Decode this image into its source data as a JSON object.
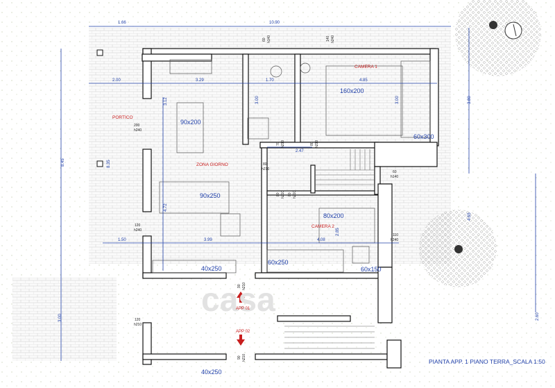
{
  "title": "PIANTA APP. 1 PIANO TERRA_SCALA 1:50",
  "watermark": "casa",
  "rooms": {
    "portico": "PORTICO",
    "zona_giorno": "ZONA GIORNO",
    "camera1": "CAMERA 1",
    "camera2": "CAMERA 2",
    "app01": "APP 01",
    "app02": "APP 02"
  },
  "furniture": {
    "table": "90x200",
    "sofa": "90x250",
    "bed1": "160x200",
    "bed2": "80x200",
    "wardrobe1": "60x300",
    "wardrobe_living": "40x250",
    "wardrobe_hall": "60x250",
    "wardrobe_c2": "60x150",
    "wardrobe_bottom": "40x250"
  },
  "dimensions": {
    "top_left": "1.66",
    "top_total": "10.90",
    "left_2": "2.00",
    "living_w": "3.29",
    "bath_w": "1.70",
    "cam1_w": "4.85",
    "cam1_h": "3.00",
    "bath_h": "3.00",
    "right_h": "3.80",
    "hall_w": "2.47",
    "living_h": "3.12",
    "living_h2": "4.72",
    "total_h": "8.45",
    "portico_h": "8.35",
    "bottom_left": "1.50",
    "living_w2": "3.99",
    "cam2_w": "4.08",
    "cam2_h": "2.85",
    "right_h2": "4.65",
    "left_bottom": "3.00",
    "right_bottom": "2.60"
  },
  "openings": {
    "w_top1": "60",
    "w_top1b": "h140",
    "w_top2": "140",
    "w_top2b": "h240",
    "portico_door": "200",
    "portico_doorb": "h240",
    "door_living": "80",
    "door_livingb": "h210",
    "door_bath": "70",
    "door_bathb": "h210",
    "door_cam1": "80",
    "door_cam1b": "h210",
    "door_c2": "80",
    "door_c2b": "h210",
    "door_hall": "80",
    "door_hallb": "h210",
    "w_right": "60",
    "w_rightb": "h140",
    "w_right2": "110",
    "w_right2b": "h240",
    "w_left": "120",
    "w_leftb": "h240",
    "w_left2": "120",
    "w_left2b": "h210",
    "entry1": "90",
    "entry1b": "h210",
    "entry2": "90",
    "entry2b": "h210"
  },
  "colors": {
    "dimension": "#1f3fa8",
    "label": "#c81e1e",
    "wall": "#111111"
  }
}
